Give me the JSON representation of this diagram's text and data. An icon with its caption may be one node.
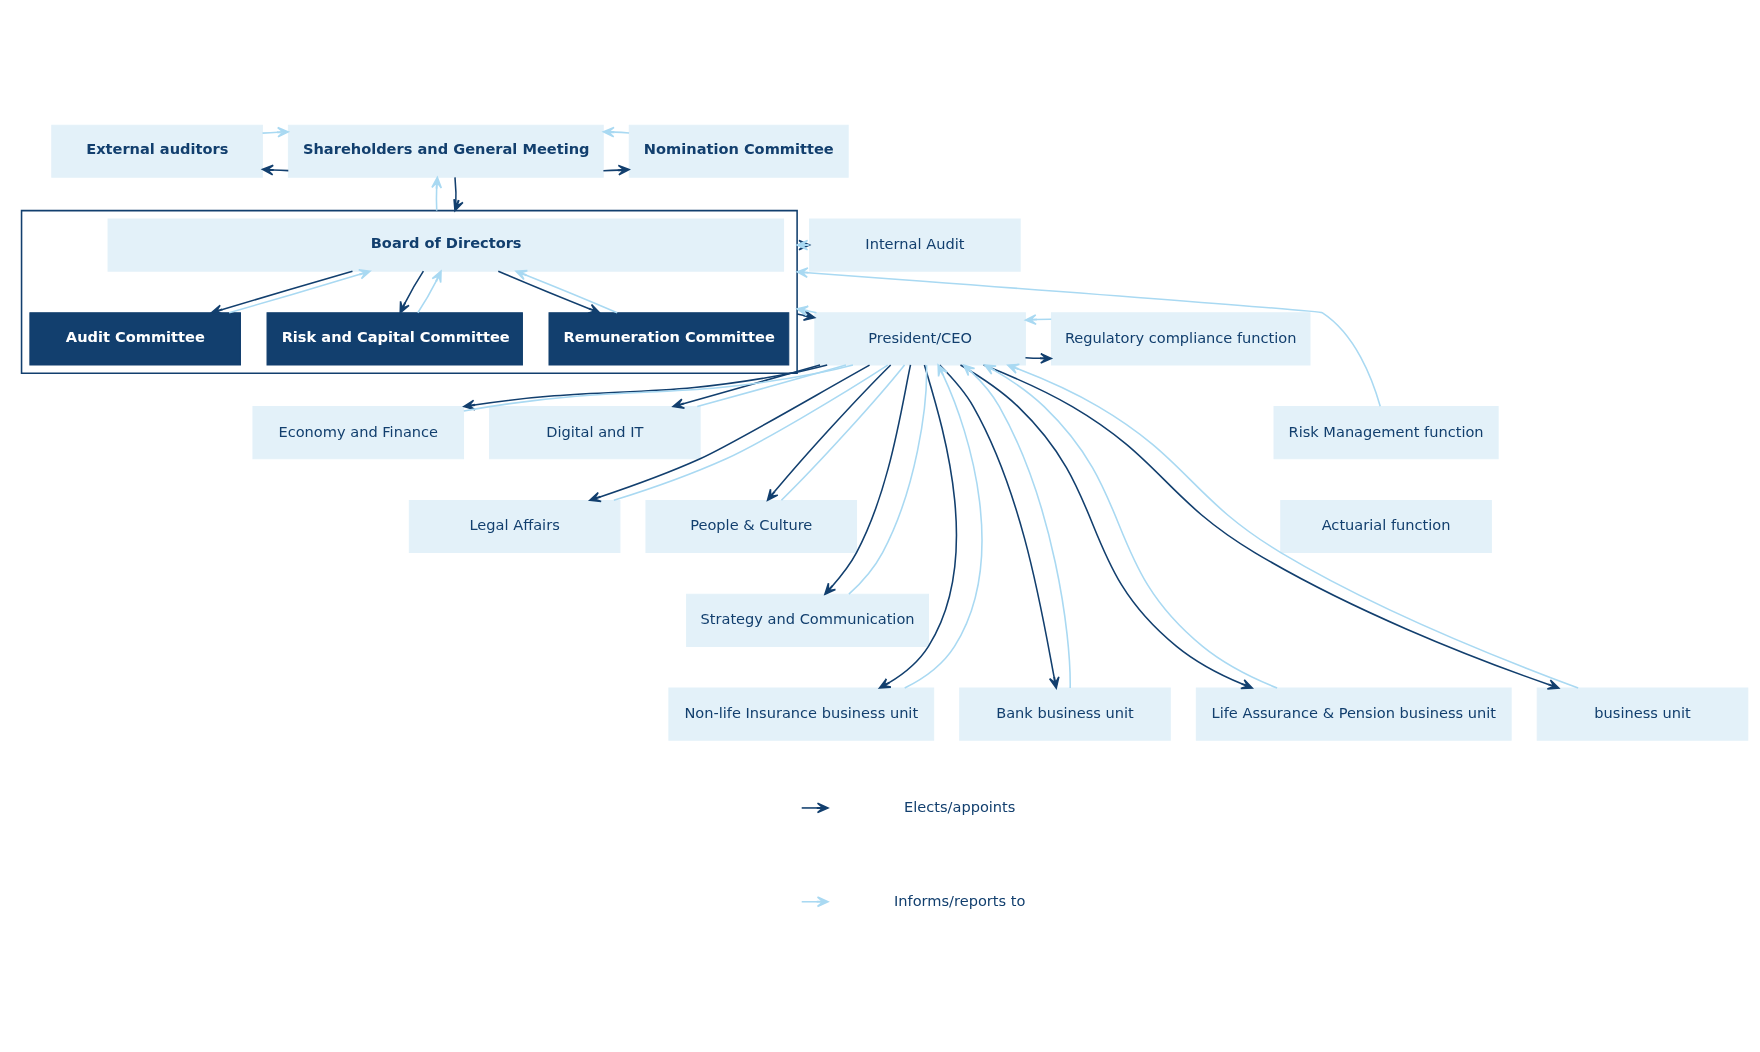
{
  "diagram": {
    "nodes": [
      {
        "text": [
          "External auditors"
        ]
      },
      {
        "text": [
          "Shareholders and General Meeting"
        ]
      },
      {
        "text": [
          "Nomination Committee"
        ]
      },
      {
        "text": [],
        "shape": "box"
      },
      {
        "text": [
          "Board of Directors"
        ],
        "in": 3
      },
      {
        "text": [
          "Audit Committee"
        ],
        "in": 3
      },
      {
        "text": [
          "Risk and Capital Committee"
        ],
        "in": 3
      },
      {
        "text": [
          "Remuneration Committee"
        ],
        "in": 3
      },
      {
        "text": [
          "Internal Audit"
        ]
      },
      {
        "text": [
          "President/CEO"
        ]
      },
      {
        "text": [
          "Regulatory compliance function"
        ]
      },
      {
        "text": [
          "Risk Management function"
        ]
      },
      {
        "text": [
          "Actuarial function"
        ]
      },
      {
        "text": [
          "Economy and Finance"
        ]
      },
      {
        "text": [
          "Digital and IT"
        ]
      },
      {
        "text": [
          "Legal Affairs"
        ]
      },
      {
        "text": [
          "People & Culture"
        ]
      },
      {
        "text": [
          "Strategy and Communication"
        ]
      },
      {
        "text": [
          "Non-life Insurance business unit"
        ]
      },
      {
        "text": [
          "Bank business unit"
        ]
      },
      {
        "text": [
          "Life Assurance & Pension business unit"
        ]
      },
      {
        "text": [
          "business unit"
        ]
      }
    ],
    "edges": [
      {
        "from": 1,
        "to": 0,
        "arrow": "to",
        "color": "#123f6e"
      },
      {
        "from": 0,
        "to": 1,
        "arrow": "to",
        "color": "#a9d9f2"
      },
      {
        "from": 1,
        "to": 2,
        "arrow": "to",
        "color": "#123f6e"
      },
      {
        "from": 2,
        "to": 1,
        "arrow": "to",
        "color": "#a9d9f2"
      },
      {
        "from": 1,
        "to": 3,
        "arrow": "to",
        "color": "#123f6e"
      },
      {
        "from": 3,
        "to": 1,
        "arrow": "to",
        "color": "#a9d9f2"
      },
      {
        "from": 4,
        "to": 5,
        "arrow": "to",
        "color": "#123f6e"
      },
      {
        "from": 5,
        "to": 4,
        "arrow": "to",
        "color": "#a9d9f2"
      },
      {
        "from": 4,
        "to": 6,
        "arrow": "to",
        "color": "#123f6e"
      },
      {
        "from": 6,
        "to": 4,
        "arrow": "to",
        "color": "#a9d9f2"
      },
      {
        "from": 4,
        "to": 7,
        "arrow": "to",
        "color": "#123f6e"
      },
      {
        "from": 7,
        "to": 4,
        "arrow": "to",
        "color": "#a9d9f2"
      },
      {
        "from": 3,
        "to": 8,
        "arrow": "to",
        "color": "#123f6e"
      },
      {
        "from": 8,
        "to": 3,
        "arrow": "to",
        "color": "#a9d9f2"
      },
      {
        "from": 3,
        "to": 9,
        "arrow": "to",
        "color": "#123f6e"
      },
      {
        "from": 9,
        "to": 3,
        "arrow": "to",
        "color": "#a9d9f2"
      },
      {
        "from": 9,
        "to": 10,
        "arrow": "to",
        "color": "#123f6e"
      },
      {
        "from": 10,
        "to": 9,
        "arrow": "to",
        "color": "#a9d9f2"
      },
      {
        "from": 11,
        "to": 3,
        "arrow": "to",
        "color": "#a9d9f2"
      },
      {
        "from": 9,
        "to": 13,
        "arrow": "to",
        "color": "#123f6e"
      },
      {
        "from": 13,
        "to": 9,
        "arrow": "none",
        "color": "#a9d9f2"
      },
      {
        "from": 9,
        "to": 14,
        "arrow": "to",
        "color": "#123f6e"
      },
      {
        "from": 14,
        "to": 9,
        "arrow": "none",
        "color": "#a9d9f2"
      },
      {
        "from": 9,
        "to": 15,
        "arrow": "to",
        "color": "#123f6e"
      },
      {
        "from": 15,
        "to": 9,
        "arrow": "none",
        "color": "#a9d9f2"
      },
      {
        "from": 9,
        "to": 16,
        "arrow": "to",
        "color": "#123f6e"
      },
      {
        "from": 16,
        "to": 9,
        "arrow": "none",
        "color": "#a9d9f2"
      },
      {
        "from": 9,
        "to": 17,
        "arrow": "to",
        "color": "#123f6e"
      },
      {
        "from": 17,
        "to": 9,
        "arrow": "none",
        "color": "#a9d9f2"
      },
      {
        "from": 9,
        "to": 18,
        "arrow": "to",
        "color": "#123f6e"
      },
      {
        "from": 18,
        "to": 9,
        "arrow": "to",
        "color": "#a9d9f2"
      },
      {
        "from": 9,
        "to": 19,
        "arrow": "to",
        "color": "#123f6e"
      },
      {
        "from": 19,
        "to": 9,
        "arrow": "to",
        "color": "#a9d9f2"
      },
      {
        "from": 9,
        "to": 20,
        "arrow": "to",
        "color": "#123f6e"
      },
      {
        "from": 20,
        "to": 9,
        "arrow": "to",
        "color": "#a9d9f2"
      },
      {
        "from": 9,
        "to": 21,
        "arrow": "to",
        "color": "#123f6e"
      },
      {
        "from": 21,
        "to": 9,
        "arrow": "to",
        "color": "#a9d9f2"
      }
    ],
    "legend": [
      {
        "text": "Elects/appoints"
      },
      {
        "text": "Informs/reports to"
      }
    ]
  }
}
